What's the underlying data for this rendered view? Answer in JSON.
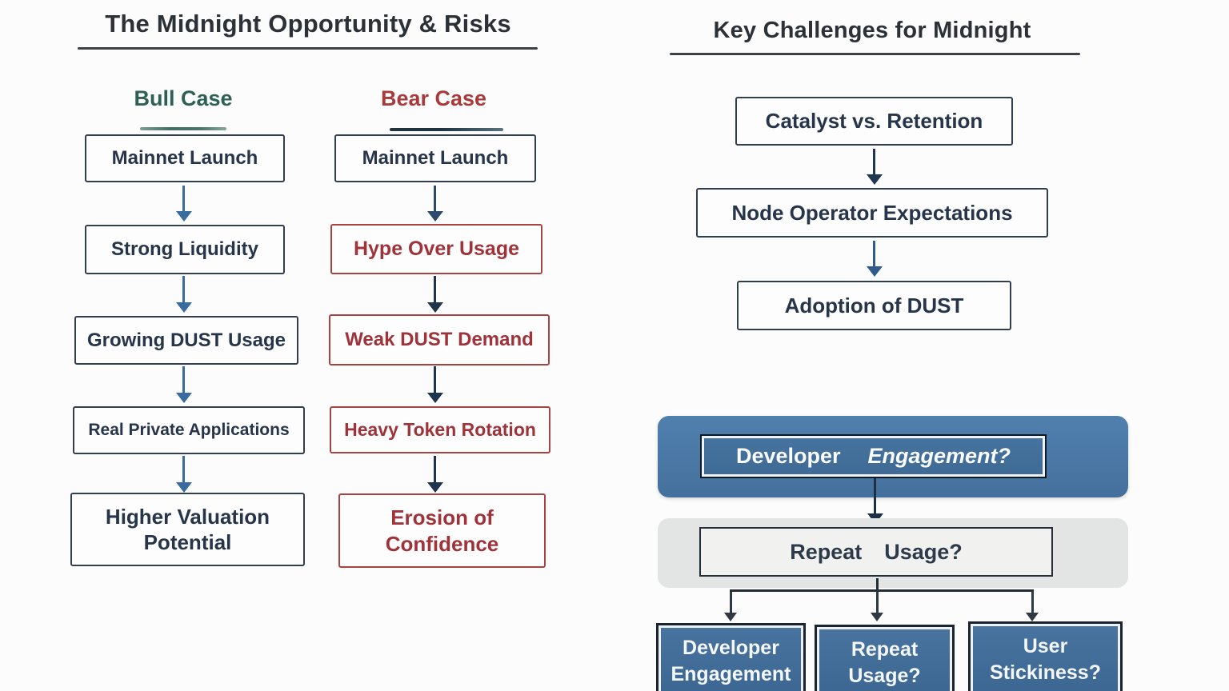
{
  "left_panel": {
    "title": "The Midnight Opportunity & Risks",
    "bull": {
      "heading": "Bull Case",
      "items": [
        "Mainnet Launch",
        "Strong Liquidity",
        "Growing DUST Usage",
        "Real Private Applications",
        "Higher Valuation Potential"
      ]
    },
    "bear": {
      "heading": "Bear Case",
      "items": [
        "Mainnet Launch",
        "Hype Over Usage",
        "Weak DUST Demand",
        "Heavy Token Rotation",
        "Erosion of Confidence"
      ]
    }
  },
  "right_panel": {
    "title": "Key Challenges for Midnight",
    "flow": [
      "Catalyst vs. Retention",
      "Node Operator Expectations",
      "Adoption of DUST"
    ],
    "funnel": {
      "question1": {
        "word1": "Developer",
        "word2": "Engagement?"
      },
      "question2": {
        "word1": "Repeat",
        "word2": "Usage?"
      },
      "outcomes": [
        {
          "line1": "Developer",
          "line2": "Engagement"
        },
        {
          "line1": "Repeat",
          "line2": "Usage?"
        },
        {
          "line1": "User",
          "line2": "Stickiness?"
        }
      ]
    }
  },
  "colors": {
    "bull_green": "#2d6054",
    "bear_red": "#a93a3c",
    "red_node_text": "#a0333a",
    "navy_text": "#26354a",
    "steel_blue_arrow": "#3a6b9e",
    "dark_navy_arrow": "#20344c",
    "banner_blue": "#44709d",
    "banner_gray": "#e3e4e4",
    "outcome_box_blue": "#3e6b99"
  }
}
